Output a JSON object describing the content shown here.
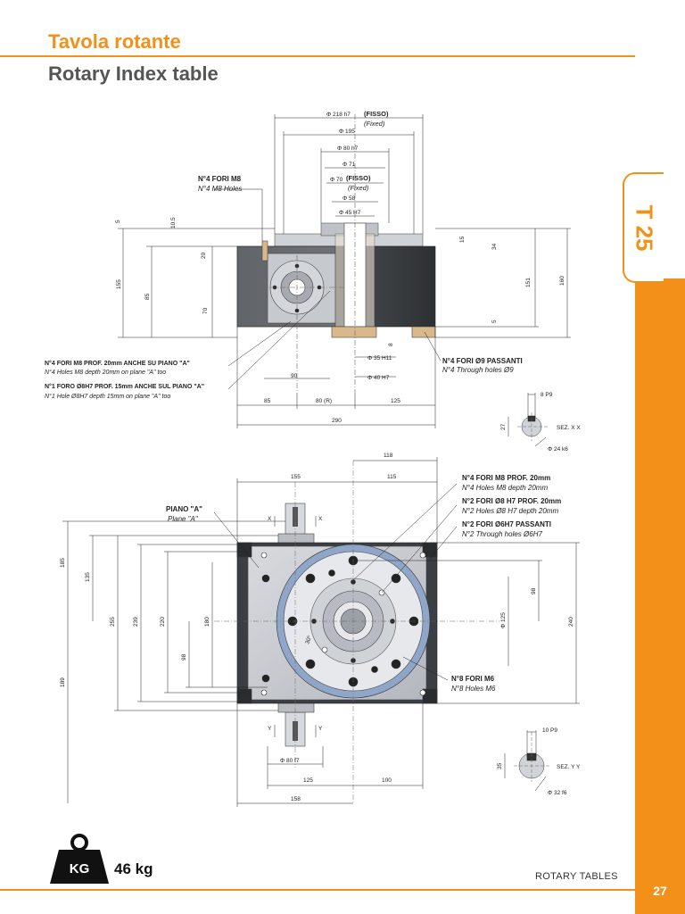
{
  "header": {
    "title_it": "Tavola rotante",
    "title_en": "Rotary Index table"
  },
  "side_tab": {
    "label": "T 25"
  },
  "footer": {
    "section": "ROTARY TABLES",
    "page": "27"
  },
  "weight": {
    "badge": "KG",
    "value": "46 kg"
  },
  "colors": {
    "accent": "#f39019",
    "body_dark": "#3a3d40",
    "plate_blue": "#8fa6c8"
  },
  "front_view": {
    "dims_top": {
      "d218": "Φ 218 h7",
      "fisso": "(FISSO)",
      "fixed": "(Fixed)",
      "d195": "Φ 195",
      "d80": "Φ 80 h7",
      "d71": "Φ 71",
      "d70": "Φ 70",
      "fisso2": "(FISSO)",
      "fixed2": "(Fixed)",
      "d58": "Φ 58",
      "d45": "Φ 45 H7"
    },
    "dims_left": {
      "d5": "5",
      "d105": "10.5",
      "d20": "20",
      "d155": "155",
      "d85": "85",
      "d70": "70"
    },
    "dims_right": {
      "d15": "15",
      "d34": "34",
      "d151": "151",
      "d160": "160",
      "d5": "5"
    },
    "dims_bottom": {
      "d8": "8",
      "d35": "Φ 35 H11",
      "d90": "90",
      "d40": "Φ 40 H7",
      "d85": "85",
      "d80": "80 (R)",
      "d125": "125",
      "d290": "290"
    },
    "notes": {
      "m8_title": "N°4 FORI M8",
      "m8_sub": "N°4 M8 Holes",
      "m8prof_title": "N°4 FORI M8 PROF. 20mm ANCHE SU PIANO \"A\"",
      "m8prof_sub": "N°4 Holes M8 depth 20mm on plane \"A\" too",
      "o8_title": "N°1 FORO Ø8H7 PROF. 15mm ANCHE SUL PIANO \"A\"",
      "o8_sub": "N°1 Hole Ø8H7 depth 15mm on plane \"A\" too",
      "o9_title": "N°4 FORI Ø9 PASSANTI",
      "o9_sub": "N°4 Through holes Ø9"
    }
  },
  "section_xx": {
    "d8p9": "8 P9",
    "d27": "27",
    "label": "SEZ. X X",
    "d24": "Φ 24 k6"
  },
  "top_view": {
    "dims_top": {
      "d118": "118",
      "d155": "155",
      "d115": "115"
    },
    "dims_left": {
      "d185": "185",
      "d135": "135",
      "d255": "255",
      "d239": "239",
      "d220": "220",
      "d180": "180",
      "d98": "98",
      "d189": "189"
    },
    "dims_right": {
      "d98": "98",
      "d125": "Φ 125",
      "d240": "240"
    },
    "dims_bottom": {
      "d80": "Φ 80 f7",
      "d125": "125",
      "d100": "100",
      "d158": "158"
    },
    "labels": {
      "piano_title": "PIANO \"A\"",
      "piano_sub": "Plane \"A\"",
      "x1": "X",
      "x2": "X",
      "y1": "Y",
      "y2": "Y",
      "r30": "30°"
    },
    "notes": {
      "m8_title": "N°4 FORI M8 PROF. 20mm",
      "m8_sub": "N°4 Holes M8 depth 20mm",
      "o8_title": "N°2 FORI Ø8 H7 PROF. 20mm",
      "o8_sub": "N°2 Holes Ø8 H7 depth 20mm",
      "o6_title": "N°2 FORI Ø6H7 PASSANTI",
      "o6_sub": "N°2 Through holes Ø6H7",
      "m6_title": "N°8 FORI M6",
      "m6_sub": "N°8 Holes M6"
    }
  },
  "section_yy": {
    "d10p9": "10 P9",
    "d35": "35",
    "label": "SEZ. Y Y",
    "d32": "Φ 32 f6"
  }
}
